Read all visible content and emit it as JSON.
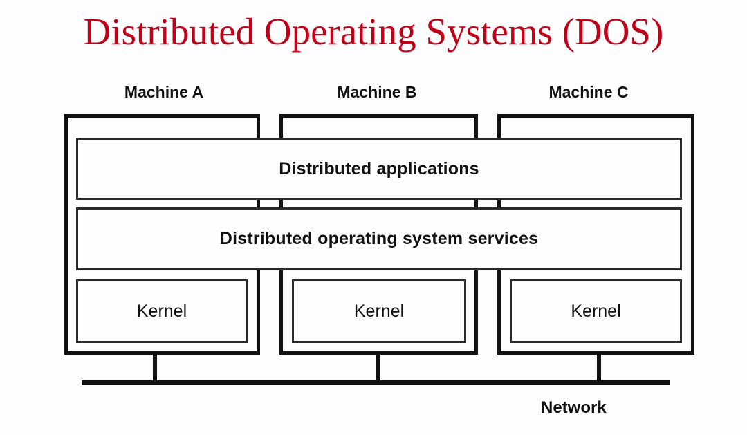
{
  "diagram": {
    "title": "Distributed Operating Systems (DOS)",
    "title_color": "#c00018",
    "line_color": "#111111",
    "background": "#fdfdfd",
    "machines": [
      {
        "label": "Machine A",
        "kernel_label": "Kernel"
      },
      {
        "label": "Machine B",
        "kernel_label": "Kernel"
      },
      {
        "label": "Machine C",
        "kernel_label": "Kernel"
      }
    ],
    "layers": [
      {
        "name": "applications",
        "label": "Distributed applications"
      },
      {
        "name": "services",
        "label": "Distributed operating system services"
      }
    ],
    "network": {
      "label": "Network"
    }
  }
}
